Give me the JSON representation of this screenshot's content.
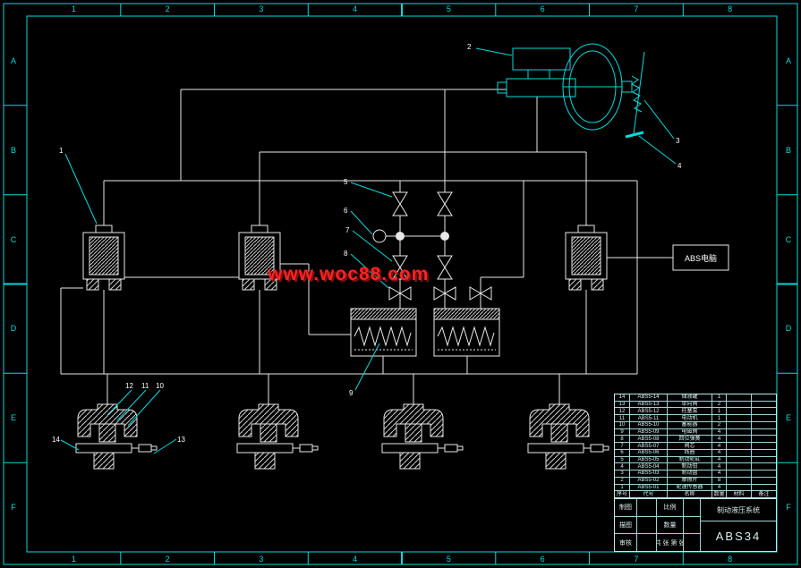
{
  "colors": {
    "frame": "#00dcdc",
    "line": "#e8e8e8",
    "watermark": "#ff2222",
    "table_text": "#d9efef",
    "background": "#000000"
  },
  "frame": {
    "top_zones": [
      "1",
      "2",
      "3",
      "4",
      "5",
      "6",
      "7",
      "8"
    ],
    "bottom_zones": [
      "1",
      "2",
      "3",
      "4",
      "5",
      "6",
      "7",
      "8"
    ],
    "left_zones": [
      "A",
      "B",
      "C",
      "D",
      "E",
      "F"
    ],
    "right_zones": [
      "A",
      "B",
      "C",
      "D",
      "E",
      "F"
    ]
  },
  "watermark": {
    "text": "www.woc88.com"
  },
  "diagram": {
    "abs_ecu_label": "ABS电脑"
  },
  "callouts": {
    "c1": "1",
    "c2": "2",
    "c3": "3",
    "c4": "4",
    "c5": "5",
    "c6": "6",
    "c7": "7",
    "c8": "8",
    "c9": "9",
    "c10": "10",
    "c11": "11",
    "c12": "12",
    "c13": "13",
    "c14": "14"
  },
  "bom": {
    "header": [
      "序号",
      "代号",
      "名称",
      "数量",
      "材料",
      "备注"
    ],
    "rows": [
      [
        "14",
        "ABS5-14",
        "储液罐",
        "1",
        "",
        ""
      ],
      [
        "13",
        "ABS5-13",
        "单向阀",
        "2",
        "",
        ""
      ],
      [
        "12",
        "ABS5-12",
        "柱塞泵",
        "1",
        "",
        ""
      ],
      [
        "11",
        "ABS5-11",
        "电动机",
        "1",
        "",
        ""
      ],
      [
        "10",
        "ABS5-10",
        "蓄能器",
        "2",
        "",
        ""
      ],
      [
        "9",
        "ABS5-09",
        "电磁阀",
        "4",
        "",
        ""
      ],
      [
        "8",
        "ABS5-08",
        "回位弹簧",
        "4",
        "",
        ""
      ],
      [
        "7",
        "ABS5-07",
        "阀芯",
        "4",
        "",
        ""
      ],
      [
        "6",
        "ABS5-06",
        "线圈",
        "4",
        "",
        ""
      ],
      [
        "5",
        "ABS5-05",
        "制动轮缸",
        "4",
        "",
        ""
      ],
      [
        "4",
        "ABS5-04",
        "制动钳",
        "4",
        "",
        ""
      ],
      [
        "3",
        "ABS5-03",
        "制动盘",
        "4",
        "",
        ""
      ],
      [
        "2",
        "ABS5-02",
        "摩擦片",
        "8",
        "",
        ""
      ],
      [
        "1",
        "ABS5-01",
        "轮速传感器",
        "4",
        "",
        ""
      ]
    ]
  },
  "titleblock": {
    "drawn_label": "制图",
    "traced_label": "描图",
    "checked_label": "审核",
    "scale_label": "比例",
    "qty_label": "数量",
    "sheet_label": "共 张 第 张",
    "drawing_title": "制动液压系统",
    "drawing_no": "ABS34"
  }
}
